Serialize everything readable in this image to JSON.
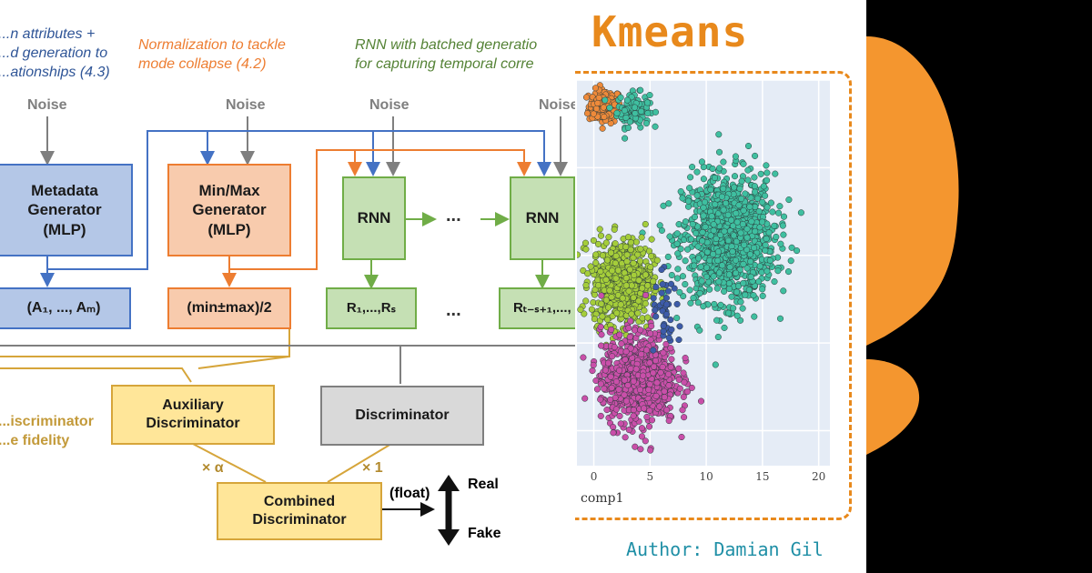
{
  "diagram": {
    "notes": {
      "left": "...n attributes +\n...d generation to\n...ationships (4.3)",
      "center": "Normalization to tackle\nmode collapse (4.2)",
      "right": "RNN with batched generatio\nfor capturing temporal corre",
      "bottom_left": "...iscriminator\n...e fidelity"
    },
    "noise_label": "Noise",
    "boxes": {
      "metadata_generator": "Metadata\nGenerator\n(MLP)",
      "minmax_generator": "Min/Max\nGenerator\n(MLP)",
      "rnn_1": "RNN",
      "rnn_2": "RNN",
      "attributes": "(A₁, ..., Aₘ)",
      "minmax_output": "(min±max)/2",
      "records_1": "R₁,...,Rₛ",
      "records_2": "Rₜ₋ₛ₊₁,...,",
      "auxiliary_discriminator": "Auxiliary\nDiscriminator",
      "discriminator": "Discriminator",
      "combined_discriminator": "Combined\nDiscriminator"
    },
    "ellipsis": "...",
    "multipliers": {
      "alpha": "× α",
      "one": "× 1"
    },
    "output": {
      "float": "(float)",
      "real": "Real",
      "fake": "Fake"
    },
    "colors": {
      "blue": "#4472c4",
      "orange": "#ed7d31",
      "green": "#70ad47",
      "gold": "#d6a53a",
      "grey": "#7f7f7f"
    }
  },
  "kmeans": {
    "title": "Kmeans",
    "author": "Author: Damian Gil",
    "colors": {
      "accent": "#e8891c",
      "author": "#1f8fa6",
      "plot_bg": "#e5ecf6"
    },
    "chart_data": {
      "type": "scatter",
      "xlabel": "comp1",
      "ylabel": "",
      "x_ticks": [
        0,
        5,
        10,
        15,
        20
      ],
      "xlim": [
        -1.5,
        21
      ],
      "ylim": [
        -2,
        20
      ],
      "grid": true,
      "series": [
        {
          "color": "#ee8a3a",
          "cx": 1.0,
          "cy": 18.5,
          "sx": 1.2,
          "sy": 0.8,
          "n": 160
        },
        {
          "color": "#3fbfa0",
          "cx": 3.5,
          "cy": 18.3,
          "sx": 1.2,
          "sy": 0.8,
          "n": 110
        },
        {
          "color": "#3fbfa0",
          "cx": 12.0,
          "cy": 11.0,
          "sx": 3.4,
          "sy": 3.0,
          "n": 1100
        },
        {
          "color": "#a5cd3a",
          "cx": 2.5,
          "cy": 8.5,
          "sx": 2.2,
          "sy": 2.0,
          "n": 650
        },
        {
          "color": "#c94fa9",
          "cx": 4.0,
          "cy": 3.0,
          "sx": 2.8,
          "sy": 2.2,
          "n": 800
        },
        {
          "color": "#3d5ba9",
          "cx": 6.5,
          "cy": 6.5,
          "sx": 1.2,
          "sy": 1.8,
          "n": 40
        }
      ]
    }
  }
}
